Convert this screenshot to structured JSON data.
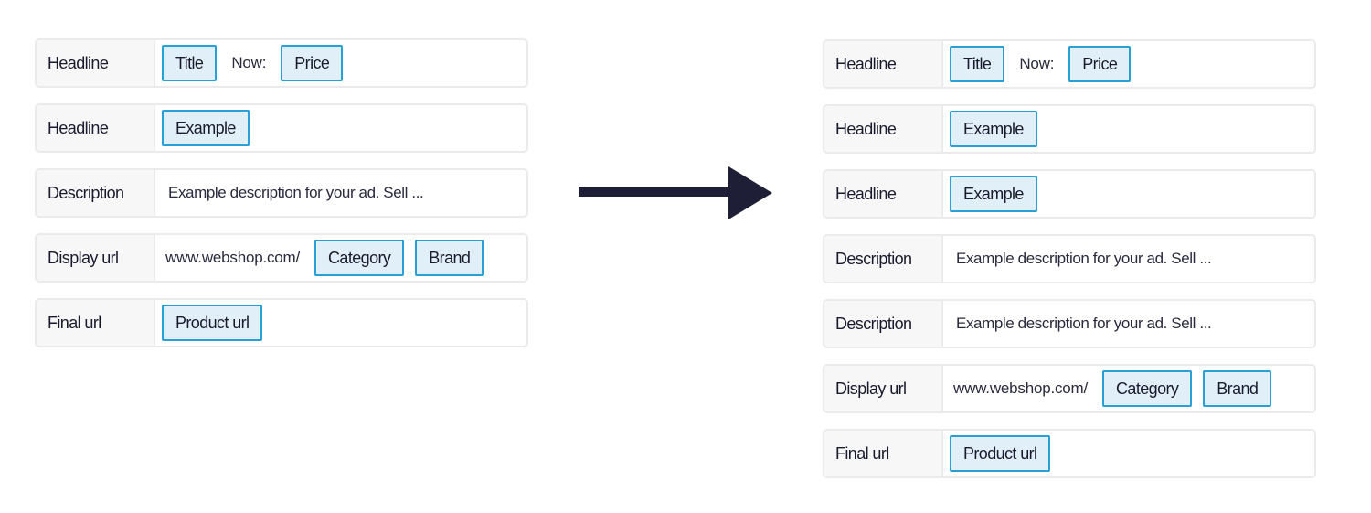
{
  "before": {
    "rows": [
      {
        "label": "Headline",
        "parts": [
          {
            "kind": "chip",
            "text": "Title"
          },
          {
            "kind": "text",
            "text": "Now:"
          },
          {
            "kind": "chip",
            "text": "Price"
          }
        ]
      },
      {
        "label": "Headline",
        "parts": [
          {
            "kind": "chip",
            "text": "Example"
          }
        ]
      },
      {
        "label": "Description",
        "parts": [
          {
            "kind": "desc",
            "text": "Example description for your ad. Sell ..."
          }
        ]
      },
      {
        "label": "Display url",
        "parts": [
          {
            "kind": "text",
            "text": "www.webshop.com/"
          },
          {
            "kind": "chip",
            "text": "Category"
          },
          {
            "kind": "chip",
            "text": "Brand"
          }
        ]
      },
      {
        "label": "Final url",
        "parts": [
          {
            "kind": "chip",
            "text": "Product url"
          }
        ]
      }
    ]
  },
  "after": {
    "rows": [
      {
        "label": "Headline",
        "parts": [
          {
            "kind": "chip",
            "text": "Title"
          },
          {
            "kind": "text",
            "text": "Now:"
          },
          {
            "kind": "chip",
            "text": "Price"
          }
        ]
      },
      {
        "label": "Headline",
        "parts": [
          {
            "kind": "chip",
            "text": "Example"
          }
        ]
      },
      {
        "label": "Headline",
        "parts": [
          {
            "kind": "chip",
            "text": "Example"
          }
        ]
      },
      {
        "label": "Description",
        "parts": [
          {
            "kind": "desc",
            "text": "Example description for your ad. Sell ..."
          }
        ]
      },
      {
        "label": "Description",
        "parts": [
          {
            "kind": "desc",
            "text": "Example description for your ad. Sell ..."
          }
        ]
      },
      {
        "label": "Display url",
        "parts": [
          {
            "kind": "text",
            "text": "www.webshop.com/"
          },
          {
            "kind": "chip",
            "text": "Category"
          },
          {
            "kind": "chip",
            "text": "Brand"
          }
        ]
      },
      {
        "label": "Final url",
        "parts": [
          {
            "kind": "chip",
            "text": "Product url"
          }
        ]
      }
    ]
  },
  "colors": {
    "chip_border": "#2a9fd6",
    "chip_fill": "#e1f0f8",
    "arrow": "#1e1e36"
  },
  "icons": {
    "arrow": "right-arrow-icon"
  }
}
